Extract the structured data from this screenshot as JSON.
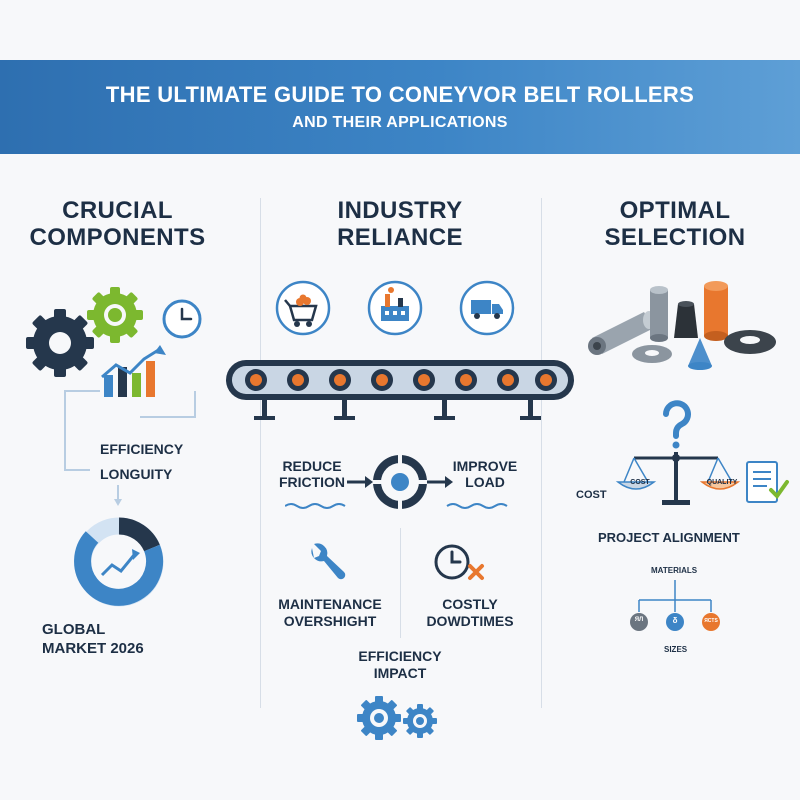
{
  "header": {
    "title_line1": "THE ULTIMATE GUIDE TO CONEYVOR BELT ROLLERS",
    "title_line2": "AND THEIR APPLICATIONS"
  },
  "columns": {
    "left": {
      "title_line1": "CRUCIAL",
      "title_line2": "COMPONENTS",
      "efficiency_label": "EFFICIENCY",
      "longevity_label": "LONGUITY",
      "global_market_line1": "GLOBAL",
      "global_market_line2": "MARKET 2026"
    },
    "middle": {
      "title_line1": "INDUSTRY",
      "title_line2": "RELIANCE",
      "reduce_line1": "REDUCE",
      "reduce_line2": "FRICTION",
      "improve_line1": "IMPROVE",
      "improve_line2": "LOAD",
      "maintenance_line1": "MAINTENANCE",
      "maintenance_line2": "OVERSHIGHT",
      "costly_line1": "COSTLY",
      "costly_line2": "DOWDTIMES",
      "efficiency_impact_line1": "EFFICIENCY",
      "efficiency_impact_line2": "IMPACT"
    },
    "right": {
      "title_line1": "OPTIMAL",
      "title_line2": "SELECTION",
      "cost_label": "COST",
      "scale_cost_label": "COST",
      "scale_quality_label": "QUALITY",
      "project_alignment": "PROJECT ALIGNMENT",
      "materials_label": "MATERIALS",
      "sizes_label": "SIZES",
      "icon_texts": [
        "ЯЛ",
        "δ",
        "ЯCTS"
      ]
    }
  },
  "colors": {
    "banner": "#3d85c6",
    "dark_blue": "#1d2f45",
    "accent_blue": "#3d85c6",
    "orange": "#e8772e",
    "green": "#7cb82f"
  }
}
